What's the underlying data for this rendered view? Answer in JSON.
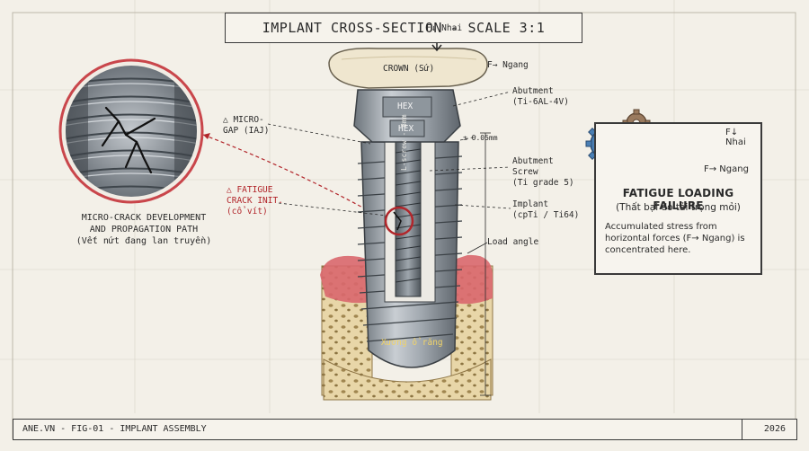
{
  "title": "IMPLANT CROSS-SECTION - SCALE 3:1",
  "labels": {
    "force_vertical": "F↓ Nhai",
    "force_horizontal": "F→ Ngang",
    "crown": "CROWN (Sứ)",
    "hex_top": "HEX",
    "hex_bottom": "HEX",
    "abutment": "Abutment\n(Ti-6AL-4V)",
    "micro_gap": "△ MICRO-\nGAP (IAJ)",
    "tolerance": "± 0.05mm",
    "abutment_screw": "Abutment\nScrew\n(Ti grade 5)",
    "screw_dimension": "L-screw - 8mm",
    "fatigue_crack": "△ FATIGUE\nCRACK INIT.\n(cổ vít)",
    "implant": "Implant\n(cpTi / Ti64)",
    "load_angle": "Load angle",
    "bone": "Xương ổ răng"
  },
  "caption": {
    "line1": "MICRO-CRACK DEVELOPMENT",
    "line2": "AND PROPAGATION PATH",
    "line3": "(Vết nứt đang lan truyền)"
  },
  "panel": {
    "force_vertical": "F↓ Nhai",
    "force_horizontal": "F→ Ngang",
    "title": "FATIGUE LOADING FAILURE",
    "subtitle": "(Thất bại do tải trọng mỏi)",
    "body": "Accumulated stress from horizontal forces (F→ Ngang) is concentrated here."
  },
  "footer": {
    "left": "ANE.VN - FIG-01 - IMPLANT ASSEMBLY",
    "right": "2026"
  },
  "colors": {
    "accent_red": "#b2262b",
    "gum": "#d9676d",
    "bone": "#e6d3a3",
    "metal": "#9aa3ab",
    "gear_blue": "#4a7fb5",
    "gear_brown": "#9a7a5e"
  }
}
